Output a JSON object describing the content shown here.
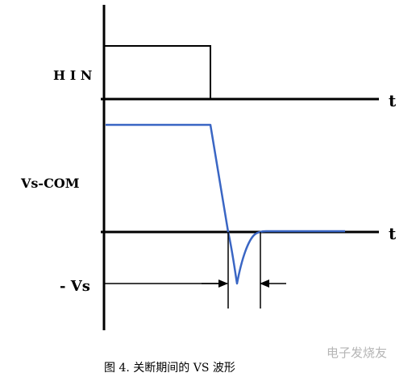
{
  "diagram": {
    "labels": {
      "hin": "H I N",
      "t_upper": "t",
      "vs_com": "Vs-COM",
      "t_lower": "t",
      "neg_vs": "- Vs"
    },
    "caption": "图 4. 关断期间的 VS 波形",
    "watermark": "电子发烧友",
    "colors": {
      "axis": "#000000",
      "waveform": "#3a66c4",
      "pulse": "#000000"
    }
  }
}
